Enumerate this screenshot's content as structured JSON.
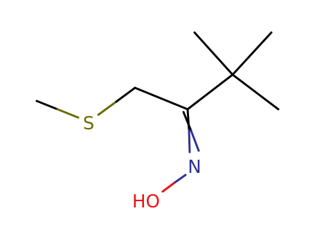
{
  "molecule": {
    "atoms": [
      {
        "id": "S",
        "label": "S",
        "element": "sulfur",
        "color": "#6b6b00"
      },
      {
        "id": "N",
        "label": "N",
        "element": "nitrogen",
        "color": "#2e3192"
      },
      {
        "id": "O",
        "label": "HO",
        "element": "oxygen",
        "color": "#ee1111"
      }
    ],
    "colors": {
      "bond": "#000000",
      "sulfur": "#6b6b00",
      "nitrogen": "#2e3192",
      "oxygen": "#ee1111",
      "background": "#ffffff"
    }
  }
}
